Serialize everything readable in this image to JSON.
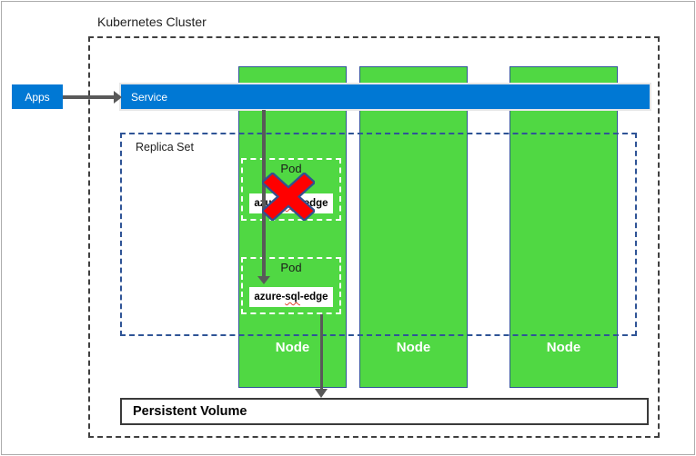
{
  "diagram": {
    "title": "Kubernetes Cluster",
    "apps": {
      "label": "Apps"
    },
    "service": {
      "label": "Service"
    },
    "replica_set": {
      "label": "Replica Set"
    },
    "nodes": [
      {
        "label": "Node"
      },
      {
        "label": "Node"
      },
      {
        "label": "Node"
      }
    ],
    "pods": [
      {
        "label": "Pod",
        "container_parts": [
          "azure-",
          "sql",
          "-edge"
        ],
        "failed": true
      },
      {
        "label": "Pod",
        "container_parts": [
          "azure-",
          "sql",
          "-edge"
        ],
        "failed": false
      }
    ],
    "persistent_volume": {
      "label": "Persistent Volume"
    },
    "icons": {
      "failed_pod_marker": "red-x-icon"
    },
    "colors": {
      "accent_blue": "#0078D4",
      "node_green": "#50D843",
      "node_border": "#2F5496",
      "cluster_dash": "#404040",
      "replica_dash": "#2F5496",
      "arrow_gray": "#595959",
      "error_red": "#FF0000",
      "error_outline": "#33518E",
      "squiggle_red": "#E0442C"
    }
  }
}
